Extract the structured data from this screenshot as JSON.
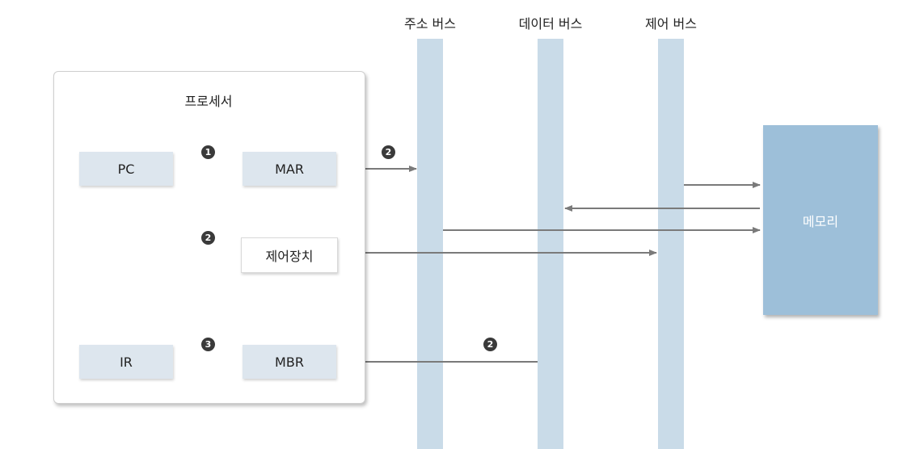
{
  "buses": {
    "address": "주소 버스",
    "data": "데이터 버스",
    "control": "제어 버스"
  },
  "processor": {
    "title": "프로세서",
    "pc": "PC",
    "mar": "MAR",
    "control_unit": "제어장치",
    "ir": "IR",
    "mbr": "MBR"
  },
  "memory": {
    "label": "메모리"
  },
  "steps": {
    "pc_to_mar": "1",
    "mar_to_bus": "2",
    "control_to_pc": "2",
    "mbr_to_ir": "3",
    "data_to_mbr": "2"
  },
  "colors": {
    "bus": "#c9dbe8",
    "register": "#dde6ee",
    "memory": "#9dbfd9",
    "arrow_gray": "#7a7a7a",
    "arrow_blue": "#3a8ab8",
    "arrow_light_blue": "#8ab4d0"
  }
}
